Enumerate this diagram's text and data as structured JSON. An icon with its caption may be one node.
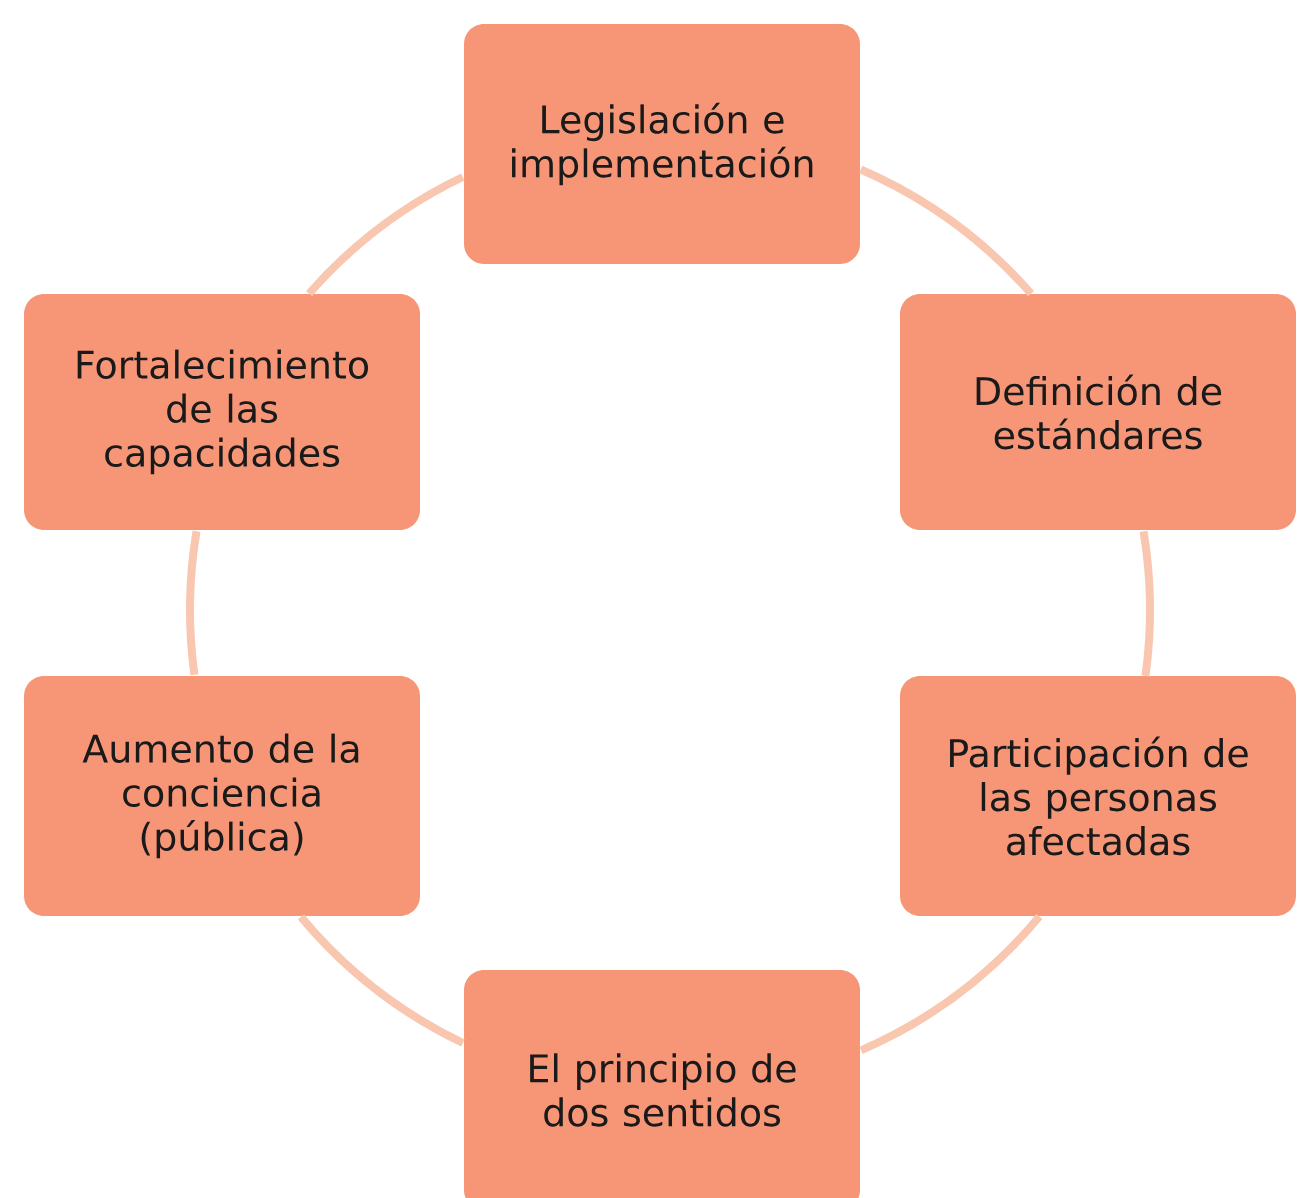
{
  "diagram": {
    "nodes": [
      {
        "text": [
          "Legislación e implementación"
        ]
      },
      {
        "text": [
          "Fortalecimiento de las capacidades"
        ]
      },
      {
        "text": [
          "Definición de estándares"
        ]
      },
      {
        "text": [
          "Aumento de la conciencia (pública)"
        ]
      },
      {
        "text": [
          "Participación de las personas afectadas"
        ]
      },
      {
        "text": [
          "El principio de dos sentidos"
        ]
      }
    ],
    "edges": [
      {
        "from": 0,
        "to": 2,
        "arrow": "none"
      },
      {
        "from": 2,
        "to": 4,
        "arrow": "none"
      },
      {
        "from": 4,
        "to": 5,
        "arrow": "none"
      },
      {
        "from": 5,
        "to": 3,
        "arrow": "none"
      },
      {
        "from": 3,
        "to": 1,
        "arrow": "none"
      },
      {
        "from": 1,
        "to": 0,
        "arrow": "none"
      }
    ]
  }
}
